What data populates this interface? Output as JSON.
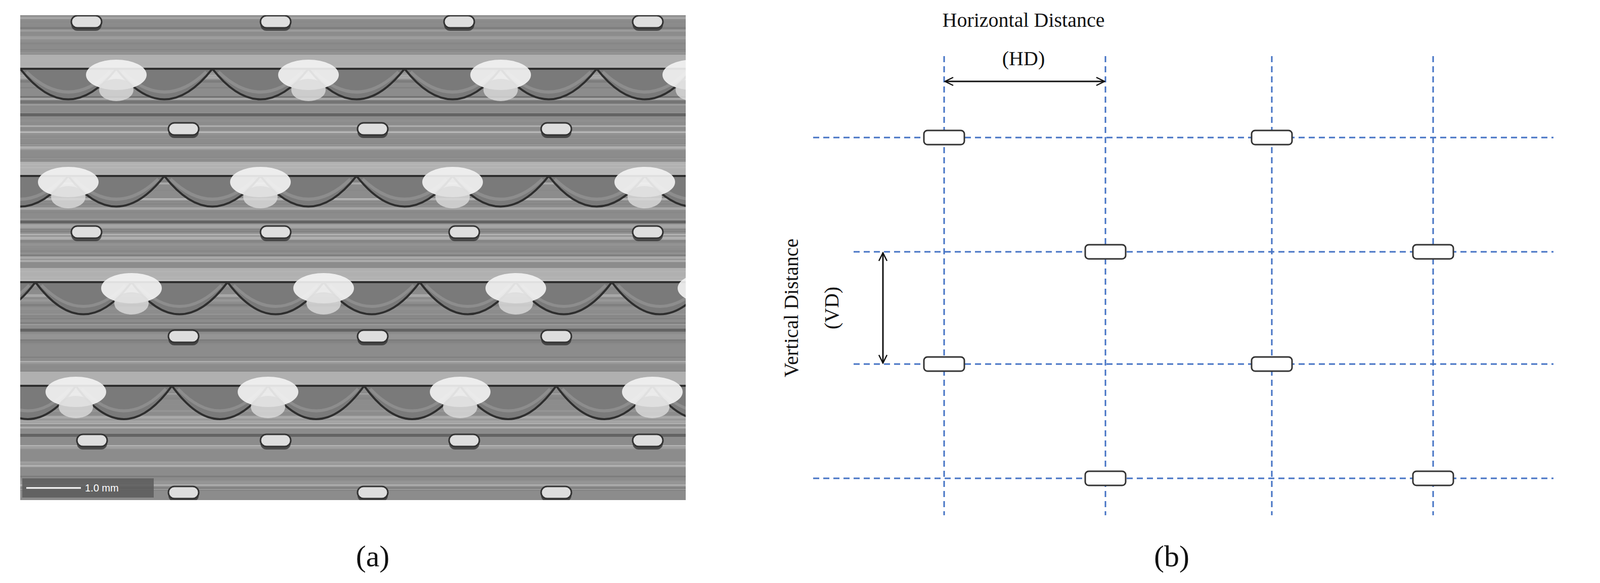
{
  "diagram": {
    "labels": [
      "1.0 mm",
      "(a)",
      "Horizontal Distance (HD)",
      "Vertical Distance (VD)",
      "(b)"
    ]
  }
}
